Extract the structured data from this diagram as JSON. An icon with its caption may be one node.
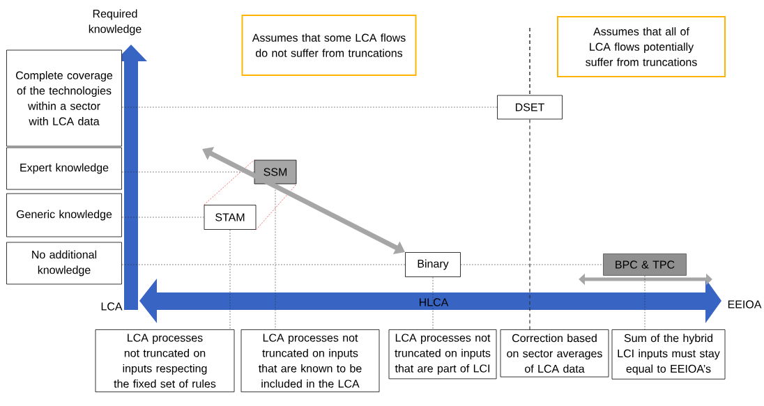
{
  "diagram": {
    "nodes": [
      {
        "text": [
          "Complete coverage of the technologies within a sector with LCA data"
        ]
      },
      {
        "text": [
          "Expert knowledge"
        ]
      },
      {
        "text": [
          "Generic knowledge"
        ]
      },
      {
        "text": [
          "No additional knowledge"
        ]
      },
      {
        "text": [
          "Assumes that some LCA flows do not suffer from truncations"
        ]
      },
      {
        "text": [
          "Assumes that all of LCA flows potentially suffer from truncations"
        ]
      },
      {
        "text": [
          "DSET"
        ]
      },
      {
        "text": [
          "SSM"
        ]
      },
      {
        "text": [
          "STAM"
        ]
      },
      {
        "text": [
          "Binary"
        ]
      },
      {
        "text": [
          "BPC & TPC"
        ]
      },
      {
        "text": [
          "LCA processes not truncated on inputs respecting the fixed set of rules"
        ]
      },
      {
        "text": [
          "LCA processes not truncated on inputs that are known to be included in the LCA"
        ]
      },
      {
        "text": [
          "LCA processes not truncated on inputs that are part of LCI"
        ]
      },
      {
        "text": [
          "Correction based on sector averages of LCA data"
        ]
      },
      {
        "text": [
          "Sum of the hybrid LCI inputs must stay equal to EEIOA’s"
        ]
      }
    ],
    "edges": [
      {
        "from": 0,
        "to": 6,
        "arrow": "none",
        "style": "dashed"
      },
      {
        "from": 1,
        "to": 7,
        "arrow": "none",
        "style": "dashed"
      },
      {
        "from": 2,
        "to": 8,
        "arrow": "none",
        "style": "dashed"
      },
      {
        "from": 3,
        "to": 9,
        "arrow": "none",
        "style": "dashed"
      },
      {
        "from": 9,
        "to": 10,
        "arrow": "none",
        "style": "dashed"
      },
      {
        "from": 8,
        "to": 11,
        "arrow": "none",
        "style": "dashed"
      },
      {
        "from": 7,
        "to": 12,
        "arrow": "none",
        "style": "dashed"
      },
      {
        "from": 9,
        "to": 13,
        "arrow": "none",
        "style": "dashed"
      },
      {
        "from": 6,
        "to": 14,
        "arrow": "none",
        "style": "dashed"
      },
      {
        "from": 10,
        "to": 15,
        "arrow": "none",
        "style": "dashed"
      },
      {
        "from": 8,
        "to": 7,
        "arrow": "none",
        "style": "dashed",
        "color": "#ff0000"
      },
      {
        "from": 8,
        "to": 7,
        "arrow": "none",
        "style": "dashed",
        "color": "#ff0000"
      },
      {
        "from": null,
        "to": 9,
        "arrow": "both",
        "style": "thick",
        "color": "#a6a6a6"
      }
    ],
    "labels": [
      "Required knowledge",
      "LCA",
      "HLCA",
      "EEIOA"
    ]
  }
}
